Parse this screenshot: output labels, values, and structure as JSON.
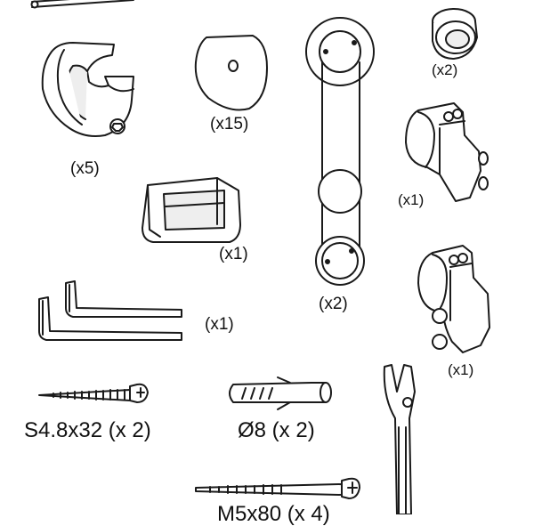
{
  "labels": {
    "saddle_clamp_qty": "(x5)",
    "washer_qty": "(x15)",
    "cap_qty": "(x2)",
    "roller_hanger_qty": "(x2)",
    "bracket_upper_qty": "(x1)",
    "bracket_lower_qty": "(x1)",
    "guide_qty": "(x1)",
    "hex_keys_qty": "(x1)",
    "screw_spec": "S4.8x32 (x 2)",
    "anchor_spec": "Ø8 (x 2)",
    "bolt_spec": "M5x80 (x 4)"
  },
  "colors": {
    "line": "#1a1a1a",
    "fill": "#ffffff",
    "shade": "#d9d9d9"
  }
}
